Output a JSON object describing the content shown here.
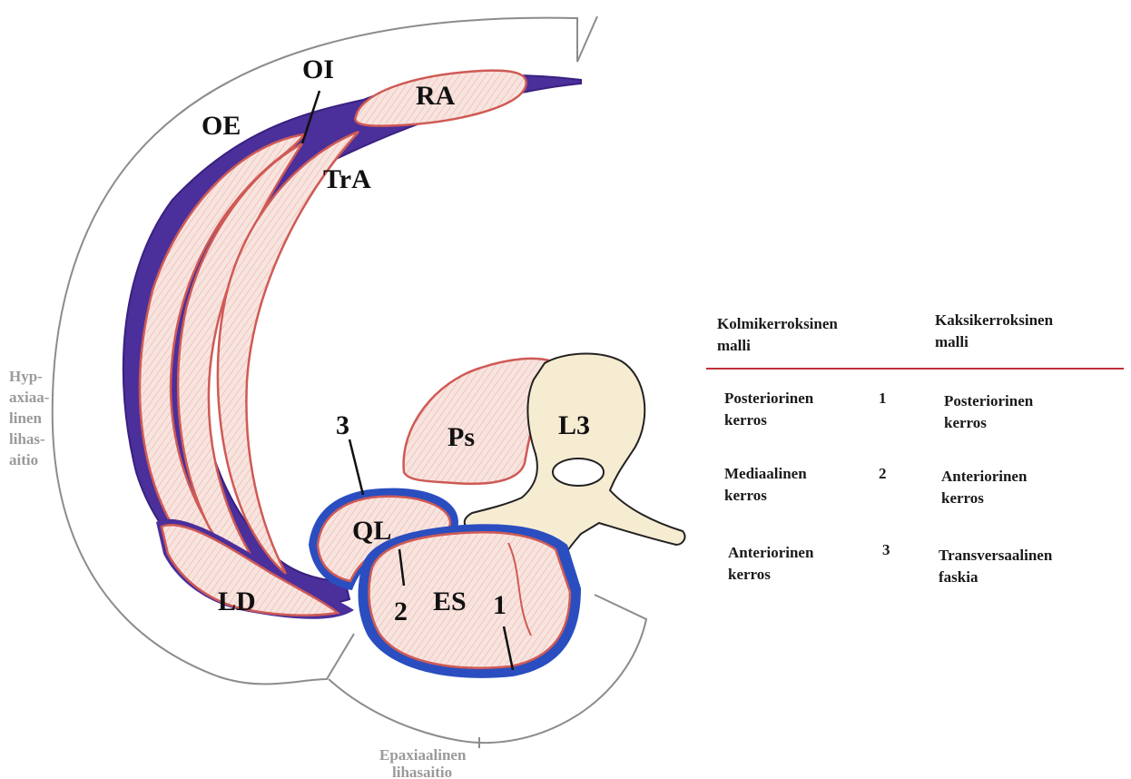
{
  "colors": {
    "muscle_fill": "#f7e1dc",
    "muscle_edge": "#cf5a55",
    "fascia_purple": "#4b2f9a",
    "fascia_blue": "#2a4ec0",
    "bone_fill": "#f6ecd2",
    "bone_edge": "#222222",
    "bracket": "#8c8c8c",
    "table_rule": "#c0313a"
  },
  "muscles": {
    "oi": "OI",
    "ra": "RA",
    "oe": "OE",
    "tra": "TrA",
    "ps": "Ps",
    "l3": "L3",
    "ql": "QL",
    "es": "ES",
    "ld": "LD"
  },
  "markers": {
    "m1": "1",
    "m2": "2",
    "m3": "3"
  },
  "compartments": {
    "hypaxial": [
      "Hyp-",
      "axiaa-",
      "linen",
      "lihas-",
      "aitio"
    ],
    "epaxial": [
      "Epaxiaalinen",
      "lihasaitio"
    ]
  },
  "table": {
    "header_left": [
      "Kolmikerroksinen",
      "malli"
    ],
    "header_right": [
      "Kaksikerroksinen",
      "malli"
    ],
    "rows": [
      {
        "left": [
          "Posteriorinen",
          "kerros"
        ],
        "num": "1",
        "right": [
          "Posteriorinen",
          "kerros"
        ]
      },
      {
        "left": [
          "Mediaalinen",
          "kerros"
        ],
        "num": "2",
        "right": [
          "Anteriorinen",
          "kerros"
        ]
      },
      {
        "left": [
          "Anteriorinen",
          "kerros"
        ],
        "num": "3",
        "right": [
          "Transversaalinen",
          "faskia"
        ]
      }
    ]
  }
}
